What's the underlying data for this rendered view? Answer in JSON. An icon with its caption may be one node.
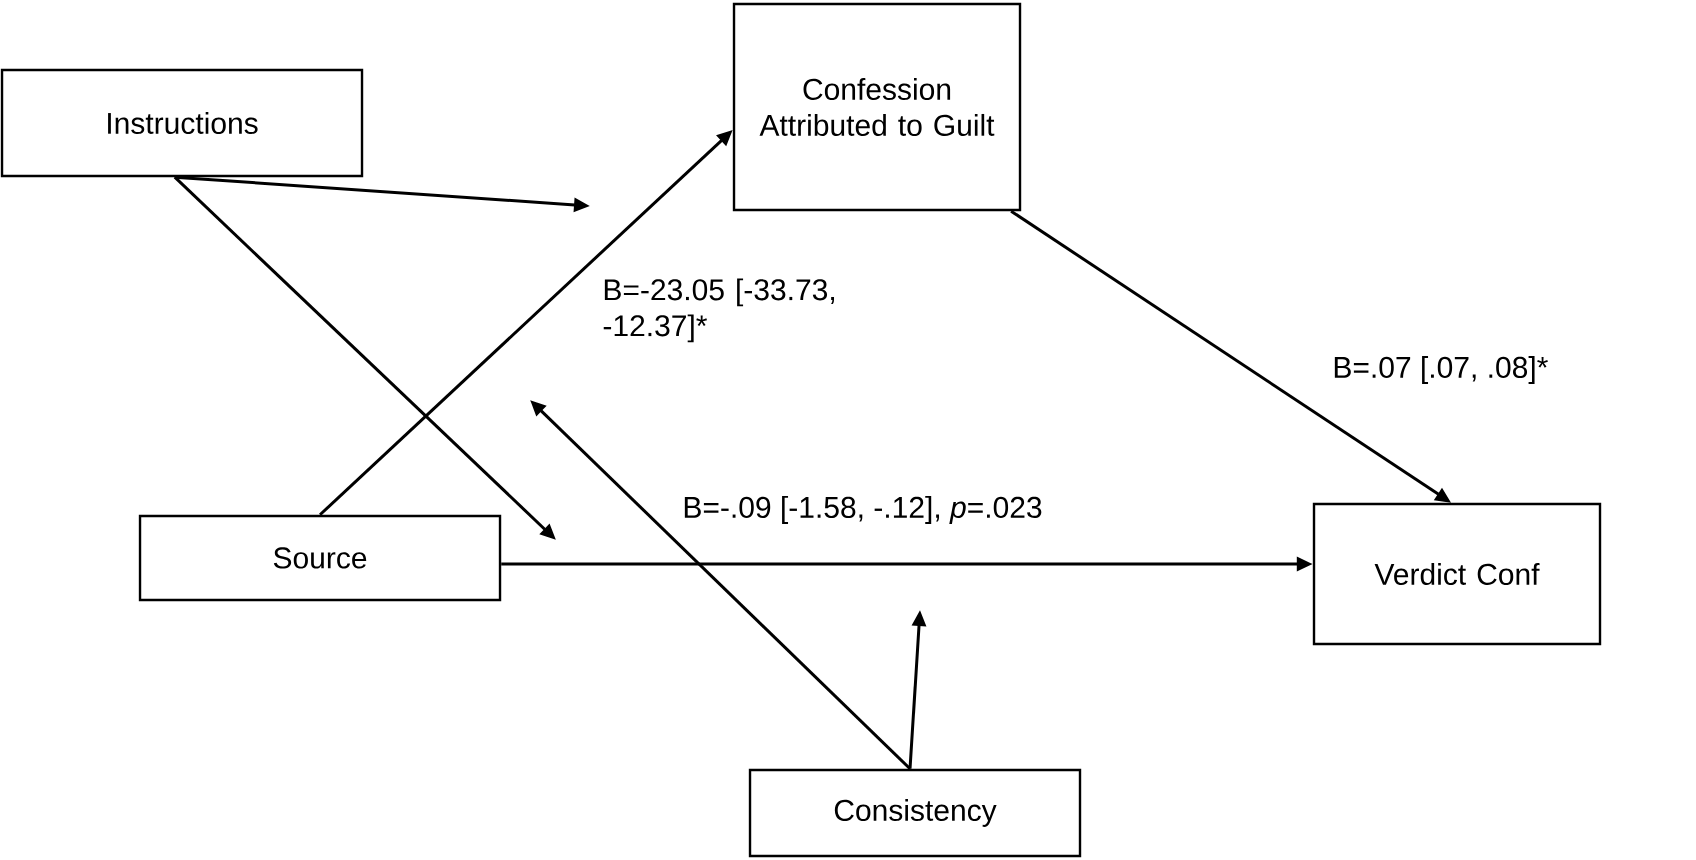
{
  "diagram": {
    "nodes": [
      {
        "text": [
          "Instructions"
        ]
      },
      {
        "text": [
          "Confession Attributed to Guilt"
        ]
      },
      {
        "text": [
          "Source"
        ]
      },
      {
        "text": [
          "Verdict Conf"
        ]
      },
      {
        "text": [
          "Consistency"
        ]
      }
    ],
    "edges": [
      {
        "from": 0,
        "to": null,
        "arrow": "to"
      },
      {
        "from": 0,
        "to": null,
        "arrow": "to"
      },
      {
        "from": 2,
        "to": 1,
        "arrow": "to"
      },
      {
        "from": 2,
        "to": 3,
        "arrow": "to",
        "label": "B=-.09 [-1.58, -.12], *p*=.023"
      },
      {
        "from": 1,
        "to": 3,
        "arrow": "to",
        "label": "B=.07 [.07, .08]*"
      },
      {
        "from": 4,
        "to": null,
        "arrow": "to"
      },
      {
        "from": 4,
        "to": null,
        "arrow": "to"
      }
    ],
    "labels": [
      "B=-23.05 [-33.73, -12.37]*"
    ]
  }
}
